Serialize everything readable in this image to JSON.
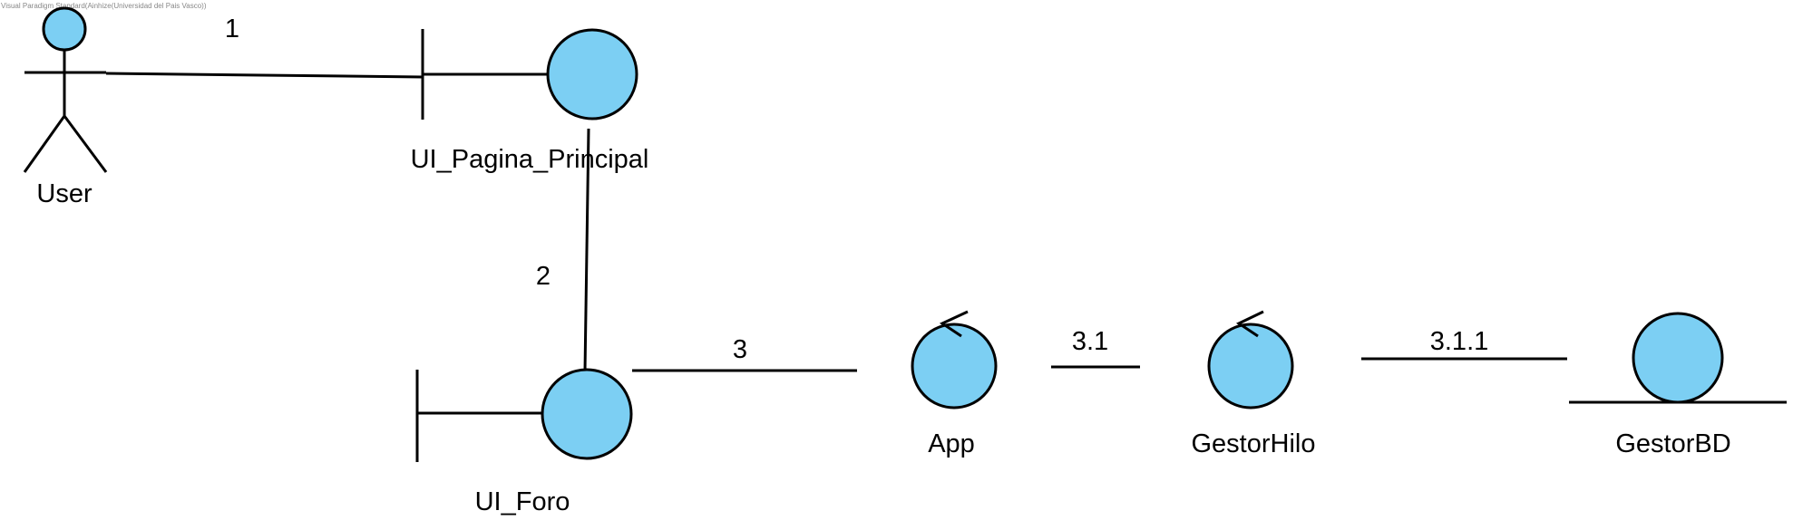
{
  "watermark": "Visual Paradigm Standard(Ainhize(Universidad del Pais Vasco))",
  "colors": {
    "shape_fill": "#7ccff3",
    "stroke": "#000000"
  },
  "actors": [
    {
      "id": "user",
      "label": "User",
      "kind": "actor"
    }
  ],
  "objects": [
    {
      "id": "ui-pagina-principal",
      "label": "UI_Pagina_Principal",
      "kind": "boundary"
    },
    {
      "id": "ui-foro",
      "label": "UI_Foro",
      "kind": "boundary"
    },
    {
      "id": "app",
      "label": "App",
      "kind": "control"
    },
    {
      "id": "gestorhilo",
      "label": "GestorHilo",
      "kind": "control"
    },
    {
      "id": "gestorbd",
      "label": "GestorBD",
      "kind": "entity"
    }
  ],
  "links": [
    {
      "id": "user-to-principal",
      "from": "user",
      "to": "ui-pagina-principal",
      "message": "1"
    },
    {
      "id": "principal-to-foro",
      "from": "ui-pagina-principal",
      "to": "ui-foro",
      "message": "2"
    },
    {
      "id": "foro-to-app",
      "from": "ui-foro",
      "to": "app",
      "message": "3"
    },
    {
      "id": "app-to-gestorhilo",
      "from": "app",
      "to": "gestorhilo",
      "message": "3.1"
    },
    {
      "id": "gestorhilo-to-gestorbd",
      "from": "gestorhilo",
      "to": "gestorbd",
      "message": "3.1.1"
    }
  ]
}
